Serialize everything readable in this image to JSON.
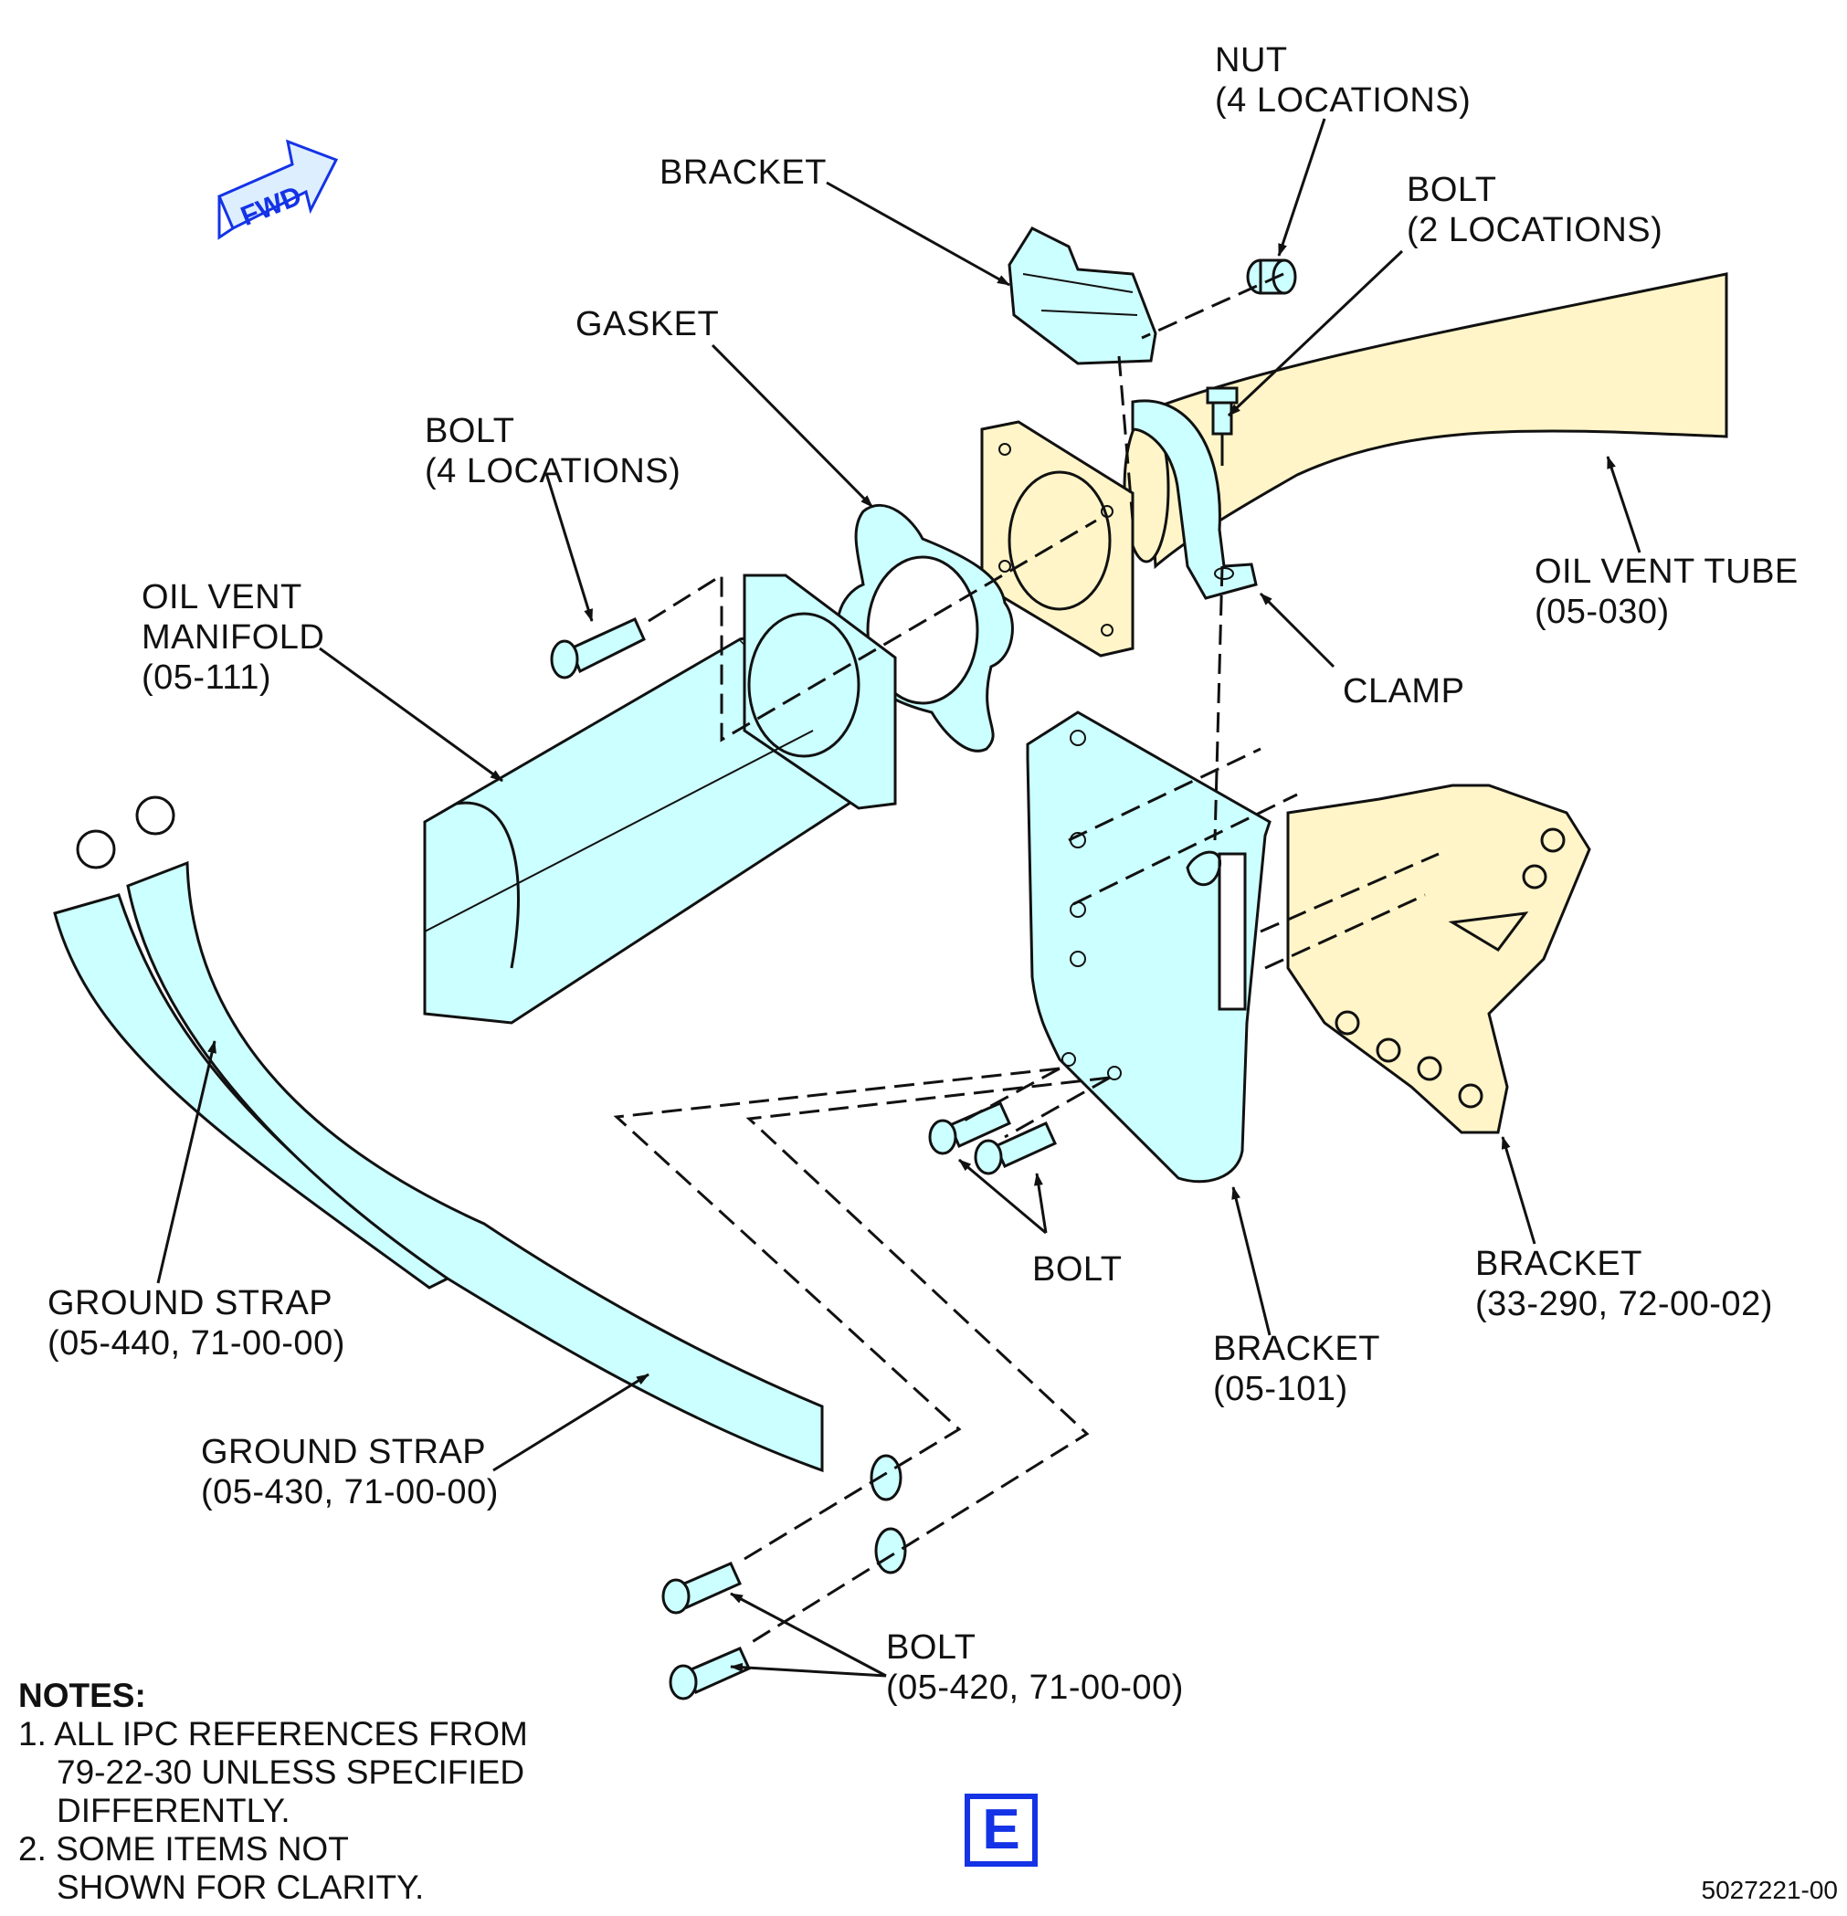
{
  "fwd_label": "FWD",
  "labels": {
    "nut": [
      "NUT",
      "(4 LOCATIONS)"
    ],
    "bracket_top": [
      "BRACKET"
    ],
    "bolt_2loc": [
      "BOLT",
      "(2 LOCATIONS)"
    ],
    "gasket": [
      "GASKET"
    ],
    "bolt_4loc": [
      "BOLT",
      "(4 LOCATIONS)"
    ],
    "oil_vent_manifold": [
      "OIL VENT",
      "MANIFOLD",
      "(05-111)"
    ],
    "oil_vent_tube": [
      "OIL VENT TUBE",
      "(05-030)"
    ],
    "clamp": [
      "CLAMP"
    ],
    "bolt_mid": [
      "BOLT"
    ],
    "ground_strap_440": [
      "GROUND STRAP",
      "(05-440, 71-00-00)"
    ],
    "ground_strap_430": [
      "GROUND STRAP",
      "(05-430, 71-00-00)"
    ],
    "bracket_101": [
      "BRACKET",
      "(05-101)"
    ],
    "bracket_33_290": [
      "BRACKET",
      "(33-290, 72-00-02)"
    ],
    "bolt_05_420": [
      "BOLT",
      "(05-420, 71-00-00)"
    ]
  },
  "notes": {
    "title": "NOTES:",
    "items": [
      [
        "1. ALL IPC REFERENCES FROM",
        "79-22-30 UNLESS SPECIFIED",
        "DIFFERENTLY."
      ],
      [
        "2. SOME ITEMS NOT",
        "SHOWN FOR CLARITY."
      ]
    ]
  },
  "view_letter": "E",
  "figure_number": "5027221-00",
  "colors": {
    "cyan_part": "#ccffff",
    "yellow_part": "#fff5c8",
    "ink": "#111111",
    "blue_accent": "#1433e6"
  }
}
